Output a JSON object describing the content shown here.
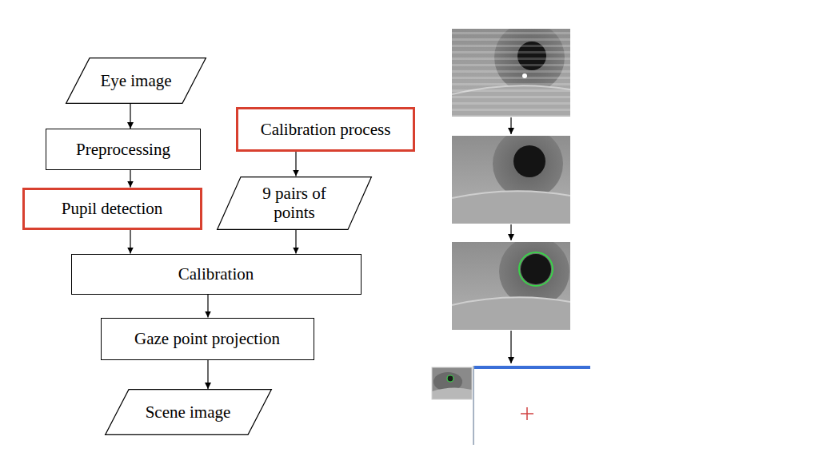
{
  "diagram": {
    "nodes": [
      {
        "text": [
          "Eye image"
        ]
      },
      {
        "text": [
          "Preprocessing"
        ]
      },
      {
        "text": [
          "Calibration process"
        ]
      },
      {
        "text": [
          "Pupil detection"
        ]
      },
      {
        "text": [
          "9 pairs of points"
        ]
      },
      {
        "text": [
          "Calibration"
        ]
      },
      {
        "text": [
          "Gaze point projection"
        ]
      },
      {
        "text": [
          "Scene image"
        ]
      }
    ],
    "edges": [
      {
        "from": 0,
        "to": 1,
        "arrow": "to"
      },
      {
        "from": 1,
        "to": 3,
        "arrow": "to"
      },
      {
        "from": 3,
        "to": 5,
        "arrow": "to"
      },
      {
        "from": 2,
        "to": 4,
        "arrow": "to"
      },
      {
        "from": 4,
        "to": 5,
        "arrow": "to"
      },
      {
        "from": 5,
        "to": 6,
        "arrow": "to"
      },
      {
        "from": 6,
        "to": 7,
        "arrow": "to"
      }
    ]
  }
}
